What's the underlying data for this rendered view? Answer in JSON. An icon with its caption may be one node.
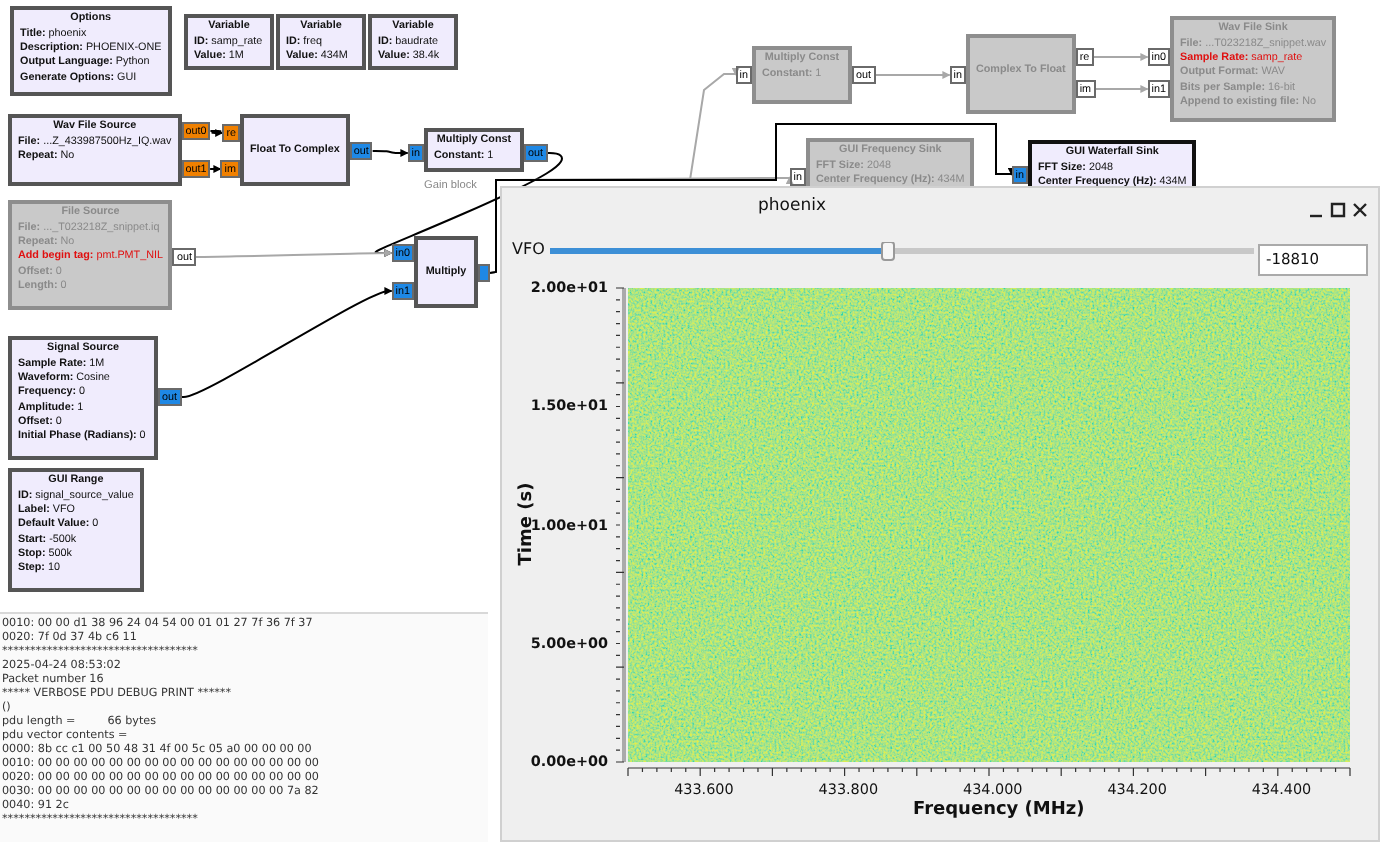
{
  "diagram": {
    "nodes": [
      {
        "text": [
          "Options",
          "**Title:** phoenix",
          "**Description:** PHOENIX-ONE",
          "**Output Language:** Python",
          "**Generate Options:** GUI"
        ]
      },
      {
        "text": [
          "Variable",
          "**ID:** samp_rate",
          "**Value:** 1M"
        ]
      },
      {
        "text": [
          "Variable",
          "**ID:** freq",
          "**Value:** 434M"
        ]
      },
      {
        "text": [
          "Variable",
          "**ID:** baudrate",
          "**Value:** 38.4k"
        ]
      },
      {
        "text": [
          "Wav File Source",
          "**File:** ...Z_433987500Hz_IQ.wav",
          "**Repeat:** No"
        ]
      },
      {
        "text": [
          "out0"
        ]
      },
      {
        "text": [
          "out1"
        ]
      },
      {
        "text": [
          "Float To Complex"
        ]
      },
      {
        "text": [
          "re"
        ]
      },
      {
        "text": [
          "im"
        ]
      },
      {
        "text": [
          "out"
        ]
      },
      {
        "text": [
          "Multiply Const",
          "**Constant:** 1"
        ],
        "beside": [
          "Gain block"
        ]
      },
      {
        "text": [
          "in"
        ]
      },
      {
        "text": [
          "out"
        ]
      },
      {
        "text": [
          "File Source",
          "**File:** ..._T023218Z_snippet.iq",
          "**Repeat:** No",
          "**Add begin tag:** pmt.PMT_NIL",
          "**Offset:** 0",
          "**Length:** 0"
        ]
      },
      {
        "text": [
          "out"
        ]
      },
      {
        "text": [
          "Multiply"
        ]
      },
      {
        "text": [
          "in0"
        ]
      },
      {
        "text": [
          "in1"
        ]
      },
      {
        "text": [],
        "shape": "box"
      },
      {
        "text": [
          "Signal Source",
          "**Sample Rate:** 1M",
          "**Waveform:** Cosine",
          "**Frequency:** 0",
          "**Amplitude:** 1",
          "**Offset:** 0",
          "**Initial Phase (Radians):** 0"
        ]
      },
      {
        "text": [
          "out"
        ]
      },
      {
        "text": [
          "GUI Range",
          "**ID:** signal_source_value",
          "**Label:** VFO",
          "**Default Value:** 0",
          "**Start:** -500k",
          "**Stop:** 500k",
          "**Step:** 10"
        ]
      },
      {
        "text": [
          "Multiply Const",
          "**Constant:** 1"
        ]
      },
      {
        "text": [
          "in"
        ]
      },
      {
        "text": [
          "out"
        ]
      },
      {
        "text": [
          "Complex To Float"
        ]
      },
      {
        "text": [
          "in"
        ]
      },
      {
        "text": [
          "re"
        ]
      },
      {
        "text": [
          "im"
        ]
      },
      {
        "text": [
          "Wav File Sink",
          "**File:** ...T023218Z_snippet.wav",
          "**Sample Rate:** samp_rate",
          "**Output Format:** WAV",
          "**Bits per Sample:** 16-bit",
          "**Append to existing file:** No"
        ]
      },
      {
        "text": [
          "in0"
        ]
      },
      {
        "text": [
          "in1"
        ]
      },
      {
        "text": [
          "GUI Frequency Sink",
          "**FFT Size:** 2048",
          "**Center Frequency (Hz):** 434M"
        ]
      },
      {
        "text": [
          "in"
        ]
      },
      {
        "text": [
          "GUI Waterfall Sink",
          "**FFT Size:** 2048",
          "**Center Frequency (Hz):** 434M"
        ]
      },
      {
        "text": [
          "in"
        ]
      },
      {
        "text": [
          "phoenix"
        ]
      }
    ],
    "edges": [
      {
        "from": 5,
        "to": 8,
        "arrow": "to",
        "color": "#000000"
      },
      {
        "from": 6,
        "to": 9,
        "arrow": "to",
        "color": "#000000"
      },
      {
        "from": 10,
        "to": 12,
        "arrow": "to",
        "color": "#000000"
      },
      {
        "from": 13,
        "to": 17,
        "arrow": "to",
        "color": "#000000"
      },
      {
        "from": 15,
        "to": 17,
        "arrow": "to",
        "color": "#a8a8a8"
      },
      {
        "from": 21,
        "to": 18,
        "arrow": "to",
        "color": "#000000"
      },
      {
        "from": 19,
        "to": 24,
        "arrow": "to",
        "color": "#a8a8a8"
      },
      {
        "from": 19,
        "to": 34,
        "arrow": "to",
        "color": "#a8a8a8"
      },
      {
        "from": 19,
        "to": 36,
        "arrow": "to",
        "color": "#000000"
      },
      {
        "from": 25,
        "to": 27,
        "arrow": "to",
        "color": "#a8a8a8"
      },
      {
        "from": 28,
        "to": 31,
        "arrow": "to",
        "color": "#a8a8a8"
      },
      {
        "from": 29,
        "to": 32,
        "arrow": "to",
        "color": "#a8a8a8"
      }
    ],
    "labels": [
      "VFO",
      "-18810",
      "2.00e+01",
      "1.50e+01",
      "1.00e+01",
      "5.00e+00",
      "0.00e+00",
      "Time (s)",
      "433.600",
      "433.800",
      "434.000",
      "434.200",
      "434.400",
      "Frequency (MHz)",
      "0010: 00 00 d1 38 96 24 04 54 00 01 01 27 7f 36 7f 37",
      "0020: 7f 0d 37 4b c6 11",
      "***********************************",
      "2025-04-24 08:53:02",
      "Packet number 16",
      "***** VERBOSE PDU DEBUG PRINT ******",
      "()",
      "pdu length =         66 bytes",
      "pdu vector contents =",
      "0000: 8b cc c1 00 50 48 31 4f 00 5c 05 a0 00 00 00 00",
      "0010: 00 00 00 00 00 00 00 00 00 00 00 00 00 00 00 00",
      "0020: 00 00 00 00 00 00 00 00 00 00 00 00 00 00 00 00",
      "0030: 00 00 00 00 00 00 00 00 00 00 00 00 00 00 7a 82",
      "0040: 91 2c",
      "***********************************"
    ]
  }
}
